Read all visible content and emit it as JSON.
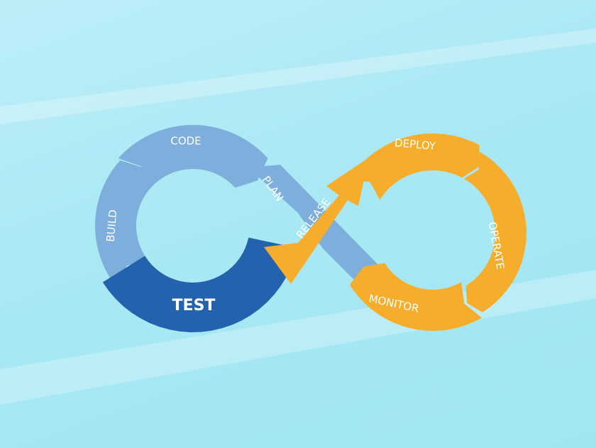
{
  "stages": {
    "code": "CODE",
    "build": "BUILD",
    "test": "TEST",
    "plan": "PLAN",
    "release": "RELEASE",
    "deploy": "DEPLOY",
    "operate": "OPERATE",
    "monitor": "MONITOR"
  },
  "colors": {
    "light_blue": "#7eaedc",
    "dark_blue": "#2262ae",
    "orange": "#f7ad2c"
  }
}
